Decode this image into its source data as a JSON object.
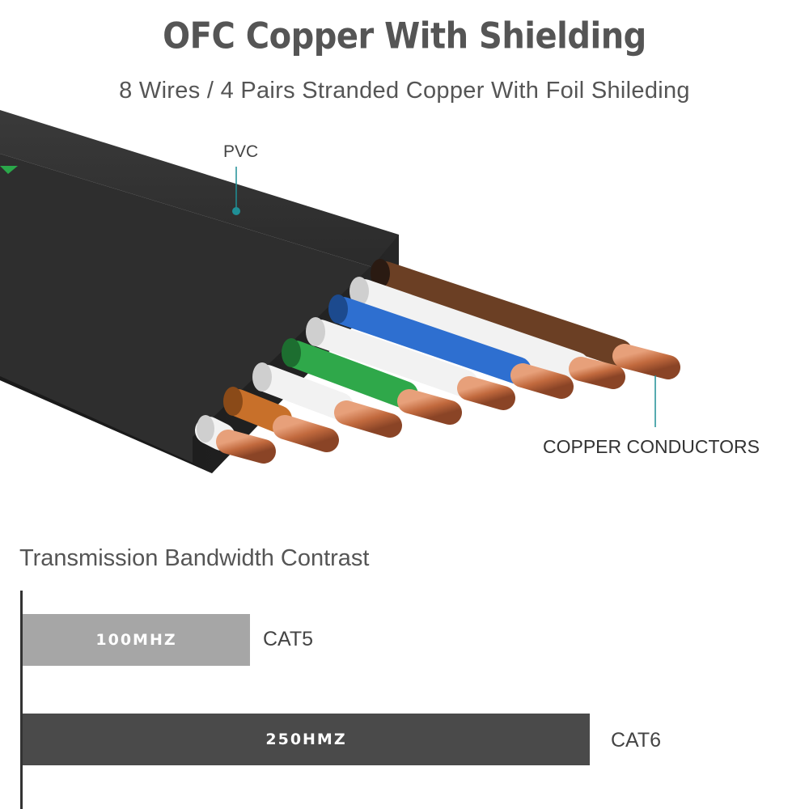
{
  "header": {
    "title": "OFC Copper With Shielding",
    "subtitle": "8 Wires / 4 Pairs Stranded Copper With Foil Shileding"
  },
  "illustration": {
    "callouts": {
      "pvc": "PVC",
      "copper": "COPPER CONDUCTORS"
    },
    "wire_colors": [
      "#f2f2f2",
      "#c8702a",
      "#f2f2f2",
      "#2fa84a",
      "#f2f2f2",
      "#2e6fd0",
      "#f2f2f2",
      "#6b3f24"
    ],
    "jacket_color": "#2b2b2b",
    "copper_color": "#c9744a",
    "accent_color": "#1f8f96"
  },
  "chart_data": {
    "type": "bar",
    "title": "Transmission Bandwidth Contrast",
    "orientation": "horizontal",
    "categories": [
      "CAT5",
      "CAT6"
    ],
    "values": [
      100,
      250
    ],
    "value_labels": [
      "100MHZ",
      "250HMZ"
    ],
    "colors": [
      "#a6a6a6",
      "#4a4a4a"
    ]
  }
}
